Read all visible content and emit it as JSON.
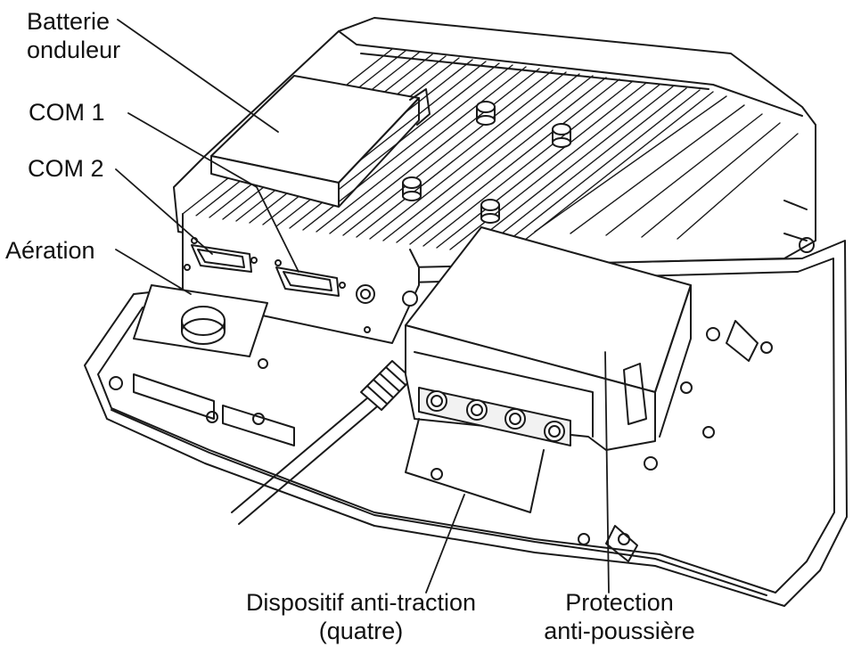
{
  "labels": {
    "battery": {
      "line1": "Batterie",
      "line2": "onduleur"
    },
    "com1": "COM 1",
    "com2": "COM 2",
    "vent": "Aération",
    "strain_relief": {
      "line1": "Dispositif anti-traction",
      "line2": "(quatre)"
    },
    "dust_cover": {
      "line1": "Protection",
      "line2": "anti-poussière"
    }
  },
  "colors": {
    "line": "#1a1a1a",
    "fill": "#ffffff",
    "shade": "#f2f2f2"
  }
}
